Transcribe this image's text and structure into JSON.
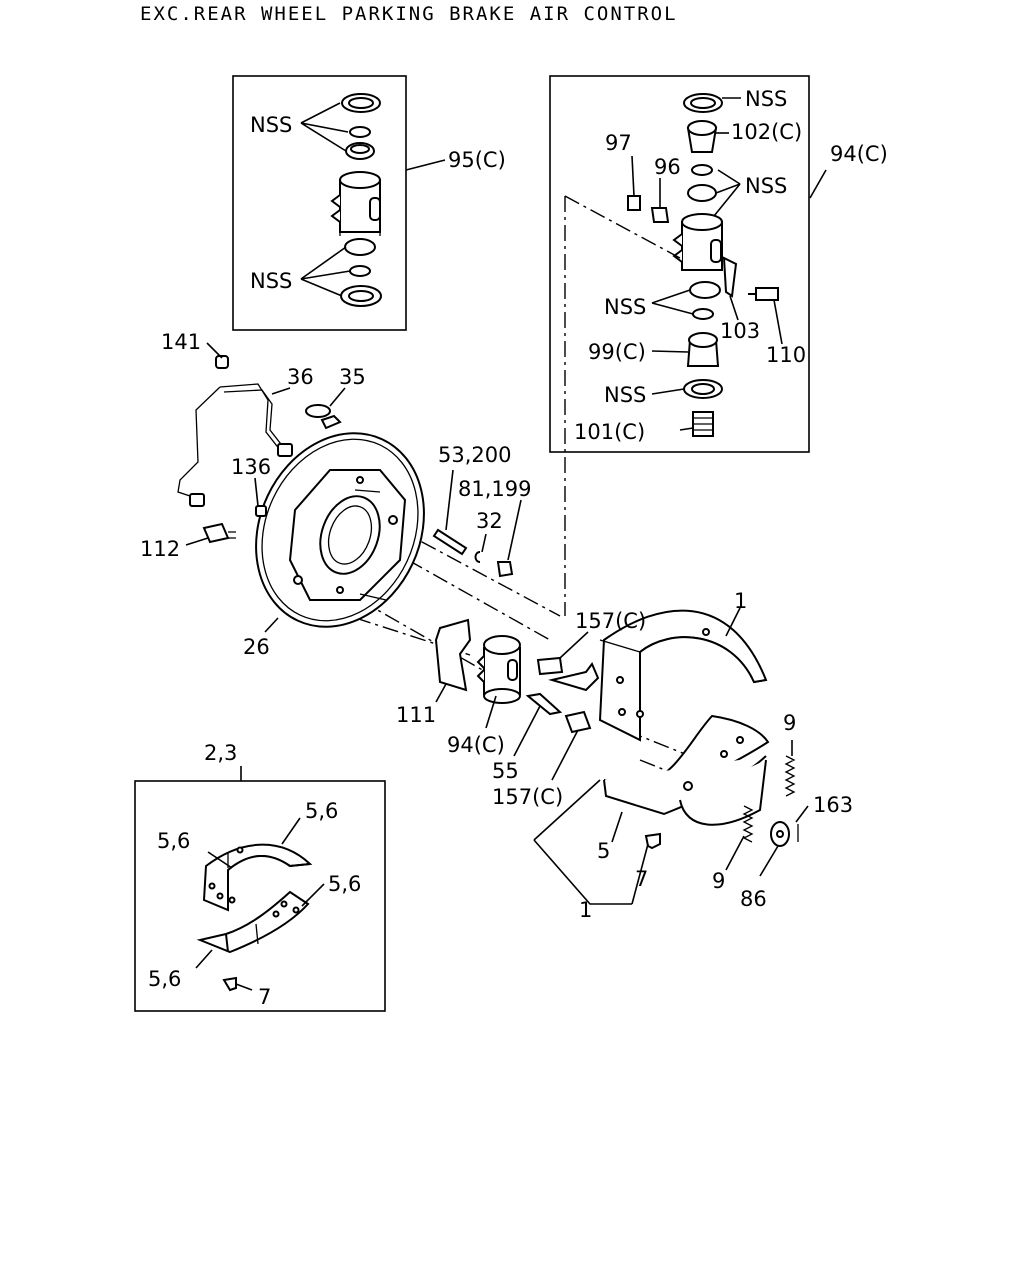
{
  "title": "EXC.REAR WHEEL PARKING BRAKE AIR CONTROL",
  "labels": {
    "nss": "NSS",
    "p95c": "95(C)",
    "p94c": "94(C)",
    "p97": "97",
    "p96": "96",
    "p102c": "102(C)",
    "p103": "103",
    "p110": "110",
    "p99c": "99(C)",
    "p101c": "101(C)",
    "p141": "141",
    "p36": "36",
    "p35": "35",
    "p136": "136",
    "p112": "112",
    "p26": "26",
    "p53_200": "53,200",
    "p81_199": "81,199",
    "p32": "32",
    "p157c": "157(C)",
    "p1": "1",
    "p111": "111",
    "p55": "55",
    "p9": "9",
    "p163": "163",
    "p86": "86",
    "p5": "5",
    "p7": "7",
    "p2_3": "2,3",
    "p5_6": "5,6"
  }
}
